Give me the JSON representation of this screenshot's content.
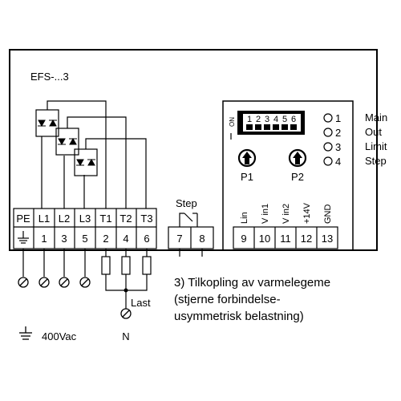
{
  "device_label": "EFS-...3",
  "terminals_top": [
    "PE",
    "L1",
    "L2",
    "L3",
    "T1",
    "T2",
    "T3"
  ],
  "terminals_bottom": [
    "1",
    "3",
    "5",
    "2",
    "4",
    "6"
  ],
  "step_group": {
    "title": "Step",
    "numbers": [
      "7",
      "8"
    ]
  },
  "signal_terminals": {
    "labels": [
      "Lin",
      "V in1",
      "V in2",
      "+14V",
      "GND"
    ],
    "numbers": [
      "9",
      "10",
      "11",
      "12",
      "13"
    ]
  },
  "dip_switch": {
    "on_label": "ON",
    "numbers": [
      "1",
      "2",
      "3",
      "4",
      "5",
      "6"
    ]
  },
  "potentiometers": [
    "P1",
    "P2"
  ],
  "leds": [
    {
      "number": "1",
      "label": "Main"
    },
    {
      "number": "2",
      "label": "Out"
    },
    {
      "number": "3",
      "label": "Limit"
    },
    {
      "number": "4",
      "label": "Step"
    }
  ],
  "load_label": "Last",
  "neutral_label": "N",
  "supply_label": "400Vac",
  "note_lines": [
    "3)  Tilkopling av varmelegeme",
    "(stjerne forbindelse-",
    "usymmetrisk belastning)"
  ]
}
